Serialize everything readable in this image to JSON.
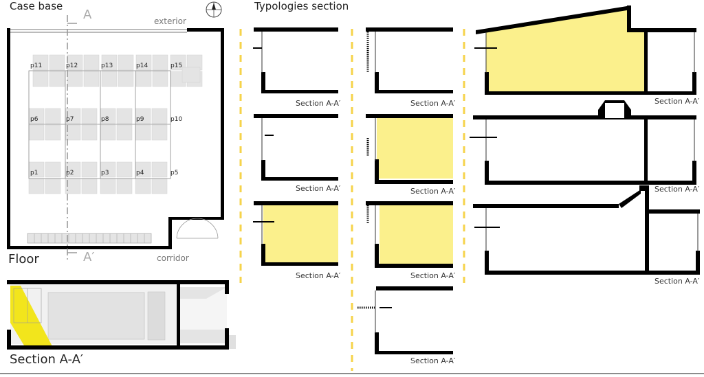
{
  "titles": {
    "case_base": "Case base",
    "typologies": "Typologies section",
    "floor": "Floor",
    "section": "Section A-A′"
  },
  "plan_labels": {
    "exterior": "exterior",
    "corridor": "corridor",
    "axis_top": "A",
    "axis_bottom": "A′"
  },
  "points": [
    "p11",
    "p12",
    "p13",
    "p14",
    "p15",
    "p6",
    "p7",
    "p8",
    "p9",
    "p10",
    "p1",
    "p2",
    "p3",
    "p4",
    "p5"
  ],
  "section_caption": "Section A-A′",
  "colors": {
    "yellow": "#fbf08c",
    "wall": "#000000",
    "dash": "#f6d34a",
    "desk": "#e3e3e3",
    "axis": "#999999"
  }
}
